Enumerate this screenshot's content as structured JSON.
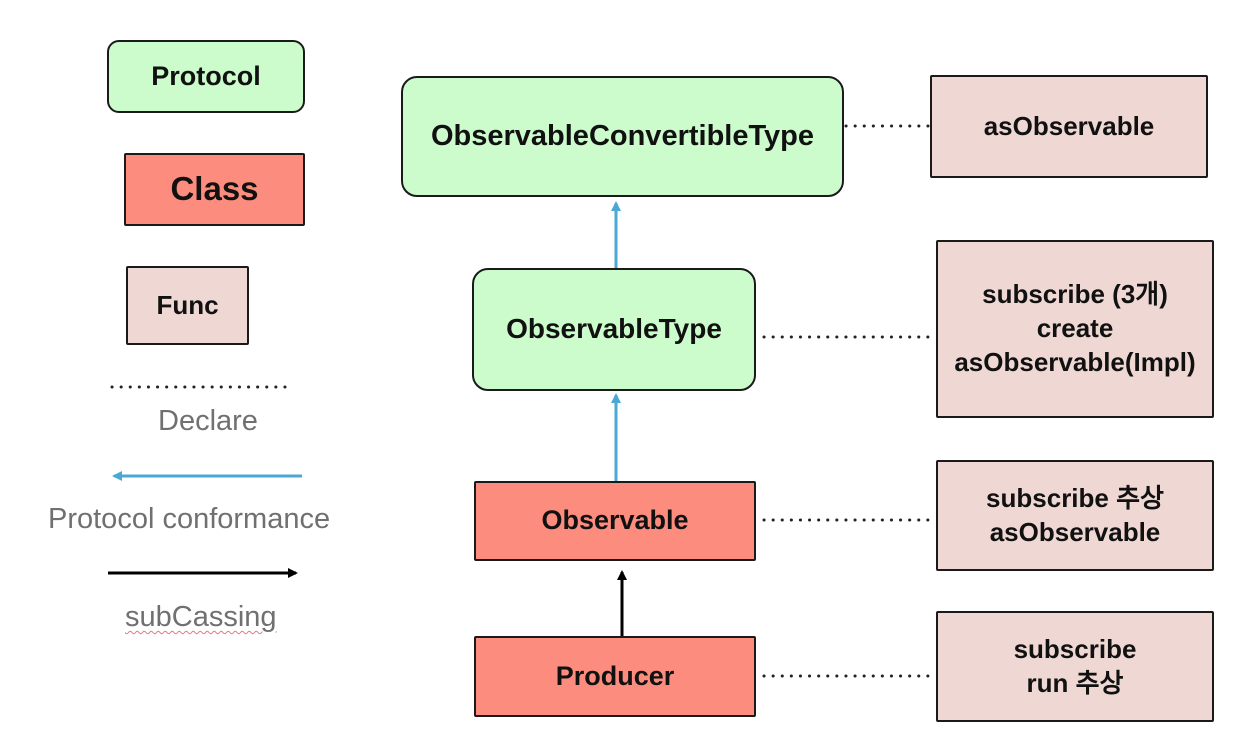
{
  "colors": {
    "protocol_fill": "#ccfbcc",
    "class_fill": "#fc8c7d",
    "func_fill": "#efd8d4",
    "conformance_arrow": "#4aa8d4",
    "subclassing_arrow": "#000000",
    "legend_text": "#707070"
  },
  "legend": {
    "protocol": "Protocol",
    "class": "Class",
    "func": "Func",
    "declare": "Declare",
    "protocol_conformance": "Protocol conformance",
    "subclassing": "subCassing"
  },
  "nodes": {
    "observable_convertible_type": "ObservableConvertibleType",
    "observable_type": "ObservableType",
    "observable": "Observable",
    "producer": "Producer"
  },
  "funcs": {
    "observable_convertible_type": "asObservable",
    "observable_type": "subscribe (3개)\ncreate\nasObservable(Impl)",
    "observable": "subscribe 추상\nasObservable",
    "producer": "subscribe\nrun 추상"
  }
}
